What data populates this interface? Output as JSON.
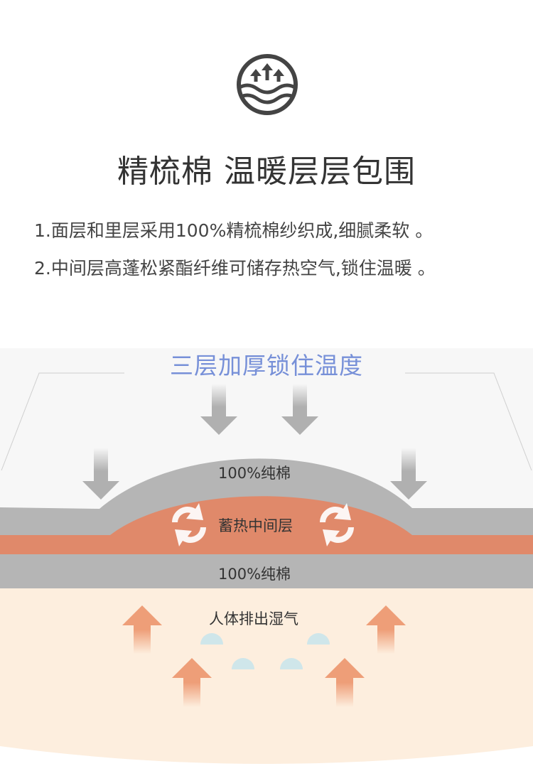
{
  "heading": {
    "icon": "warmth-rising-icon",
    "title": "精梳棉 温暖层层包围",
    "lines": [
      "1.面层和里层采用100%精梳棉纱织成,细腻柔软 。",
      "2.中间层高蓬松紧酯纤维可储存热空气,锁住温暖 。"
    ]
  },
  "diagram": {
    "title": "三层加厚锁住温度",
    "top_layer_label": "100%纯棉",
    "middle_layer_label": "蓄热中间层",
    "bottom_layer_label": "100%纯棉",
    "body_label": "人体排出湿气",
    "colors": {
      "title": "#7790d8",
      "cotton_layer": "#b5b5b5",
      "heat_layer": "#e0896a",
      "body_area": "#fdeede",
      "arrow_down": "#b0b0b0",
      "arrow_up": "#ee9e78",
      "droplet": "#cfe6ea"
    }
  }
}
